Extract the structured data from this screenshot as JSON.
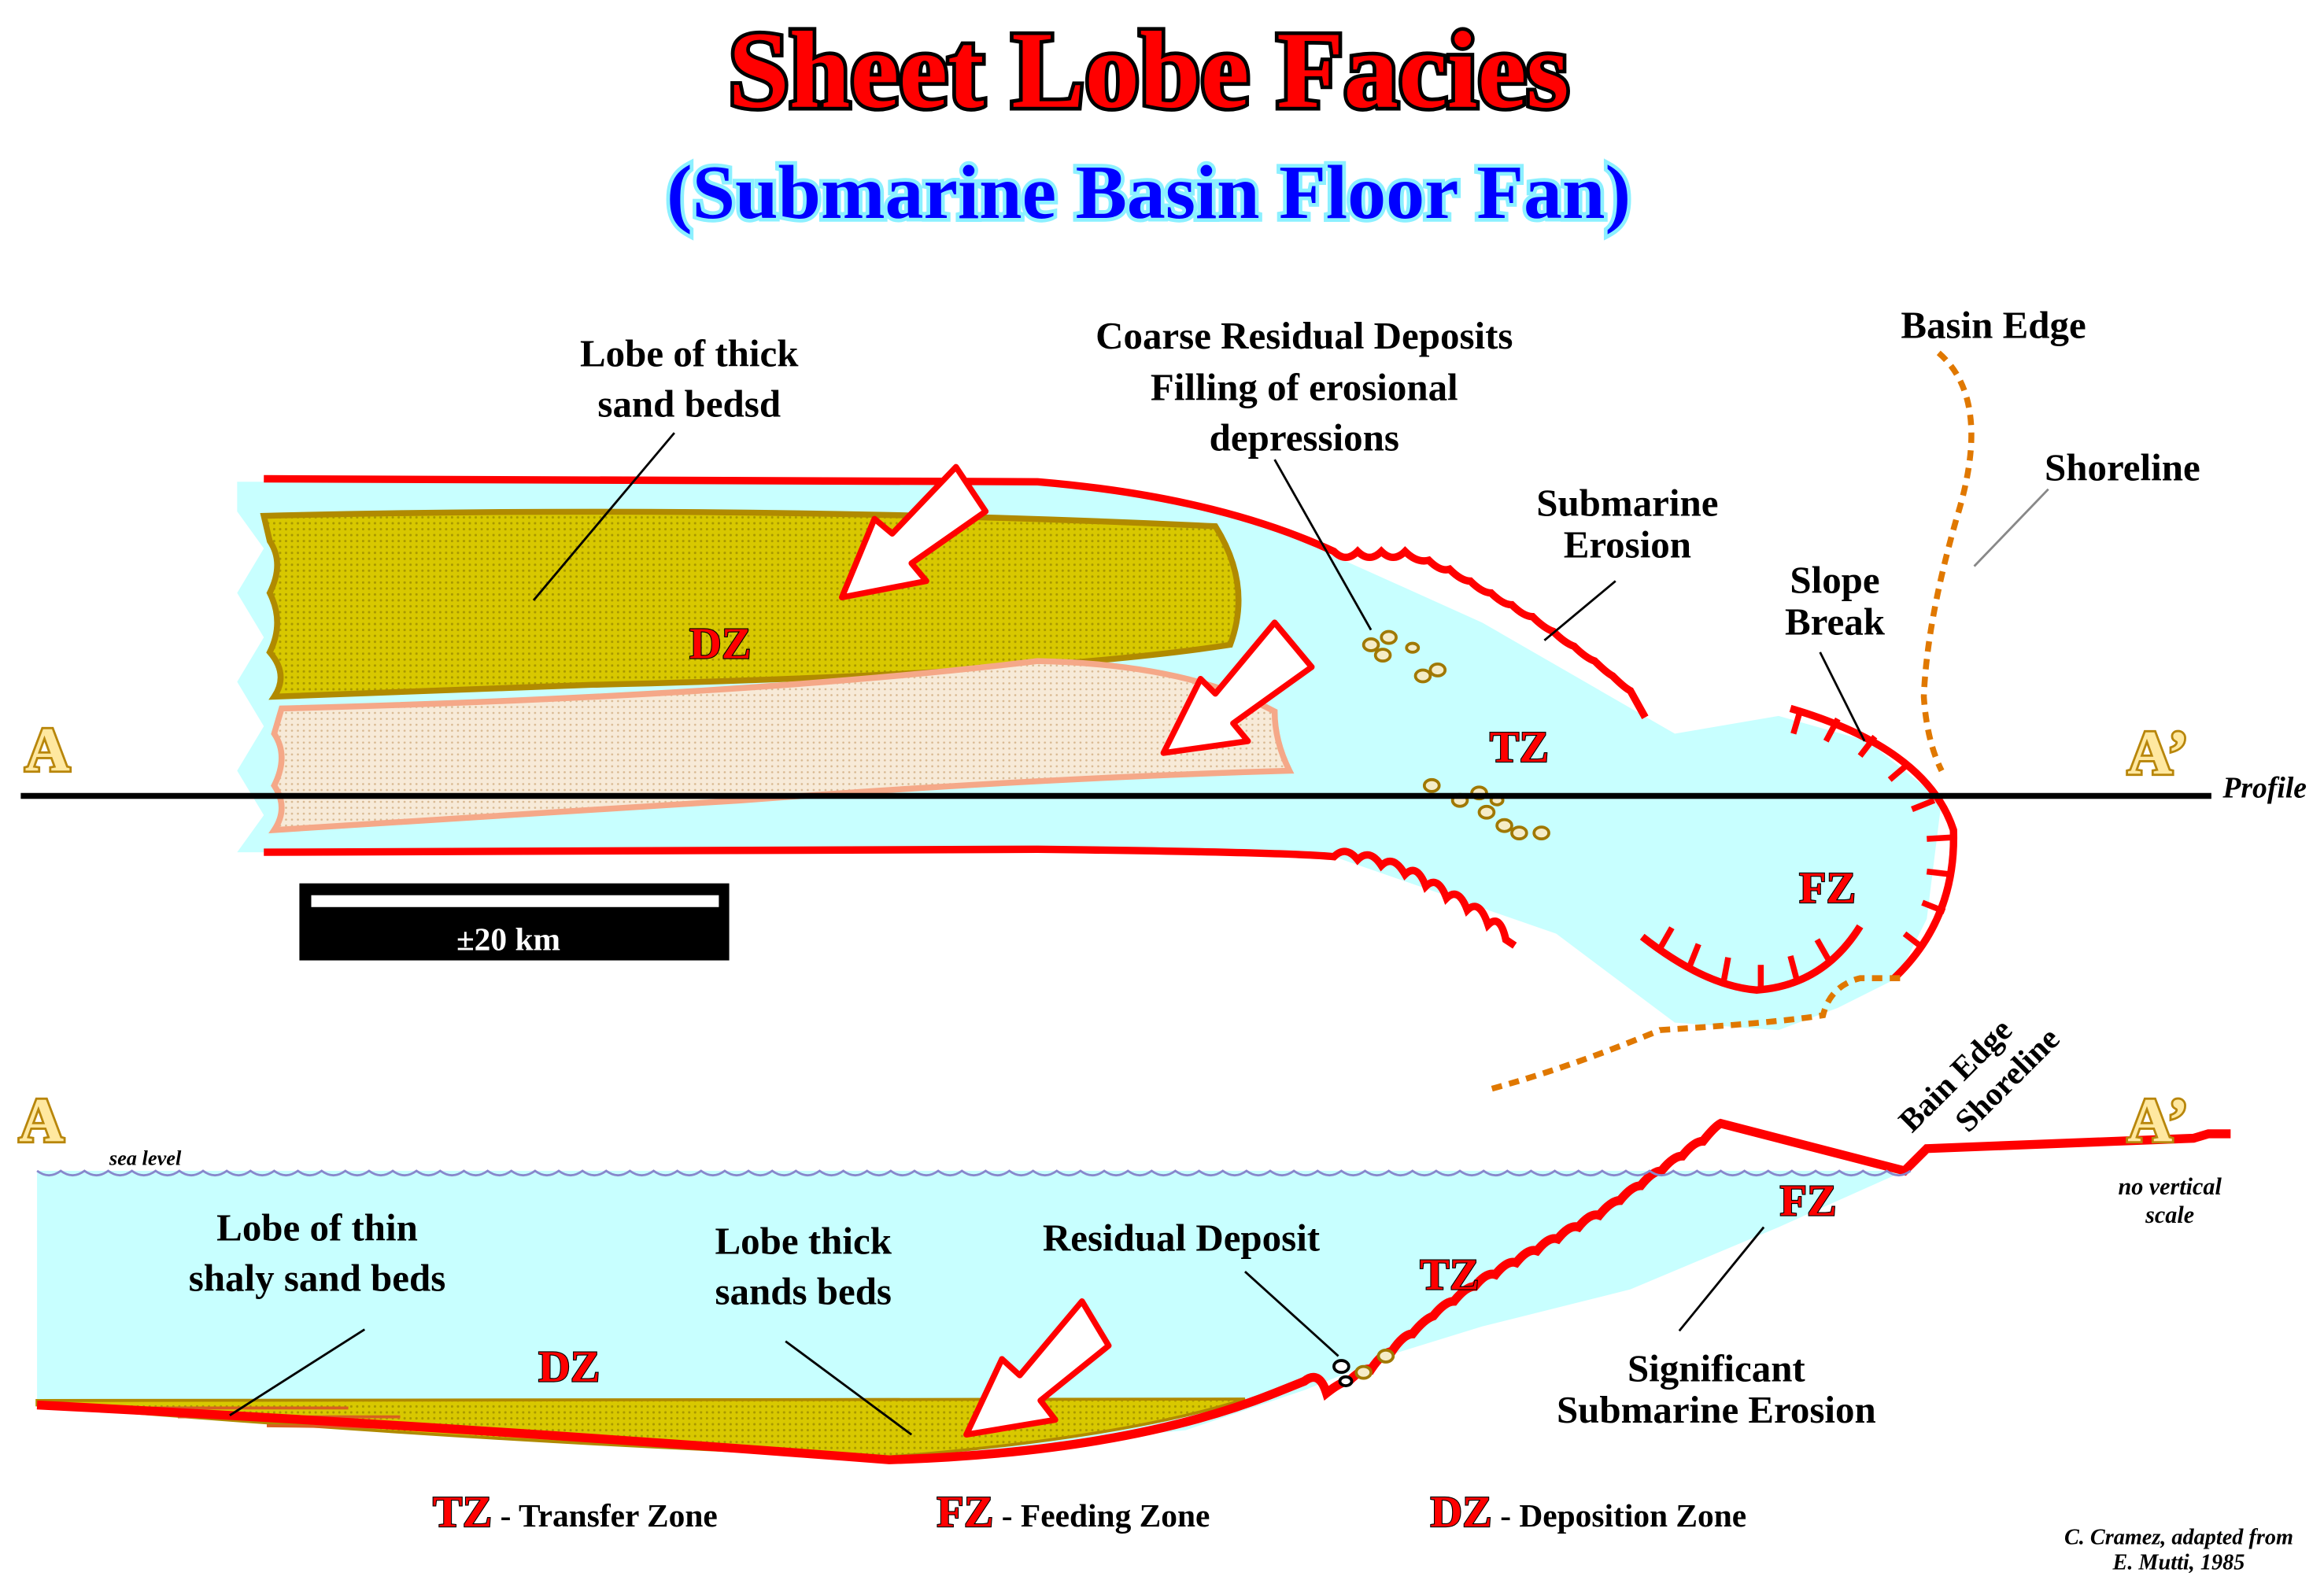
{
  "title": "Sheet Lobe Facies",
  "subtitle": "(Submarine Basin Floor Fan)",
  "map": {
    "lobe_thick_1": "Lobe of thick",
    "lobe_thick_2": "sand bedsd",
    "coarse_1": "Coarse Residual Deposits",
    "coarse_2": "Filling of erosional",
    "coarse_3": "depressions",
    "basin_edge": "Basin Edge",
    "shoreline": "Shoreline",
    "sub_erosion_1": "Submarine",
    "sub_erosion_2": "Erosion",
    "slope_break_1": "Slope",
    "slope_break_2": "Break",
    "dz": "DZ",
    "tz": "TZ",
    "fz": "FZ",
    "a_left": "A",
    "a_right": "A’",
    "profile": "Profile",
    "scale": "±20 km"
  },
  "section": {
    "a_left": "A",
    "a_right": "A’",
    "sea_level": "sea level",
    "bain_edge": "Bain Edge",
    "shoreline": "Shoreline",
    "no_vertical_1": "no vertical",
    "no_vertical_2": "scale",
    "lobe_thin_1": "Lobe of thin",
    "lobe_thin_2": "shaly sand beds",
    "lobe_thick_1": "Lobe thick",
    "lobe_thick_2": "sands beds",
    "residual": "Residual Deposit",
    "sig_erosion_1": "Significant",
    "sig_erosion_2": "Submarine Erosion",
    "dz": "DZ",
    "tz": "TZ",
    "fz": "FZ"
  },
  "legend": [
    {
      "code": "TZ",
      "label": " - Transfer Zone"
    },
    {
      "code": "FZ",
      "label": " - Feeding Zone"
    },
    {
      "code": "DZ",
      "label": " - Deposition Zone"
    }
  ],
  "credit_1": "C. Cramez, adapted from",
  "credit_2": "E. Mutti, 1985",
  "colors": {
    "water": "#c8ffff",
    "sand": "#d8c800",
    "shaly": "#f5e6d0",
    "erosion": "#ff0000",
    "basin_edge": "#e07800",
    "letter": "#b8860b",
    "subtitle": "#0000ff"
  }
}
